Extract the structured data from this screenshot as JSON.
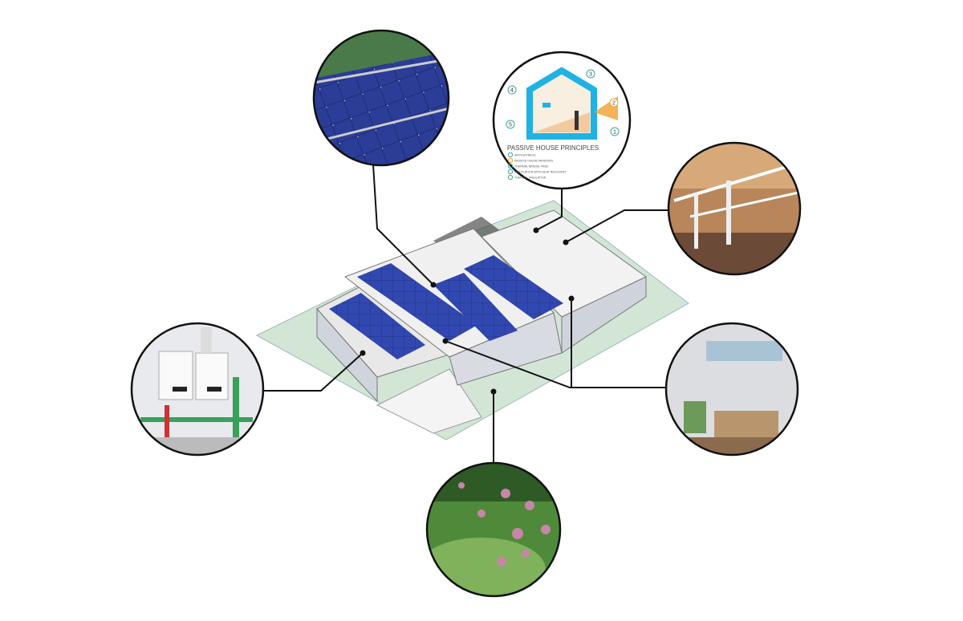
{
  "passive_house": {
    "title": "PASSIVE HOUSE PRINCIPLES",
    "items": [
      {
        "num": "1",
        "label": "AIRTIGHTNESS",
        "color": "#3aa7a0"
      },
      {
        "num": "2",
        "label": "PASSIVE HOUSE WINDOWS",
        "color": "#f0a030"
      },
      {
        "num": "3",
        "label": "THERMAL BRIDGE FREE",
        "color": "#3aa7a0"
      },
      {
        "num": "4",
        "label": "VENTILATION WITH HEAT RECOVERY",
        "color": "#3aa7a0"
      },
      {
        "num": "5",
        "label": "THERMAL INSULATION",
        "color": "#3aa7a0"
      }
    ],
    "diagram_labels": [
      "1",
      "2",
      "3",
      "4",
      "5"
    ]
  },
  "colors": {
    "accent": "#1fb2e4",
    "solar": "#2a3d9a",
    "ground": "#cfe3d2"
  }
}
